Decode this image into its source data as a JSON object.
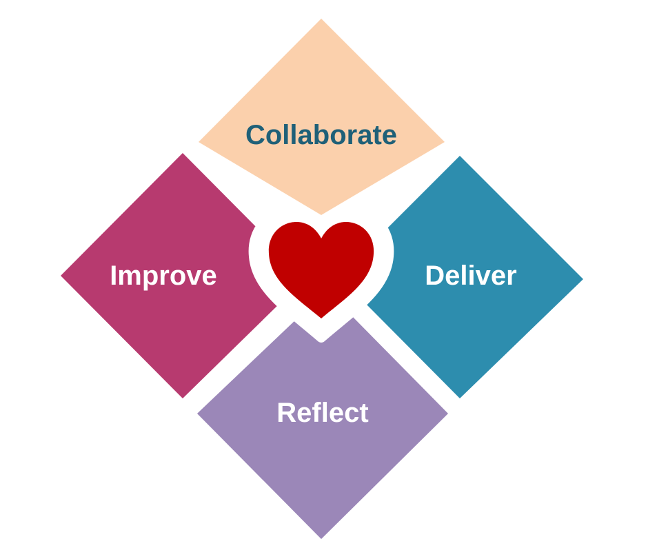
{
  "diagram": {
    "center_icon": "heart-icon",
    "quadrants": {
      "top": {
        "label": "Collaborate",
        "fill": "#FBD0AC",
        "text_color": "#1F6078"
      },
      "left": {
        "label": "Improve",
        "fill": "#B73A6F",
        "text_color": "#FFFFFF"
      },
      "right": {
        "label": "Deliver",
        "fill": "#2D8DAE",
        "text_color": "#FFFFFF"
      },
      "bottom": {
        "label": "Reflect",
        "fill": "#9B87B8",
        "text_color": "#FFFFFF"
      }
    },
    "heart_color": "#C00000",
    "background": "#FFFFFF"
  }
}
